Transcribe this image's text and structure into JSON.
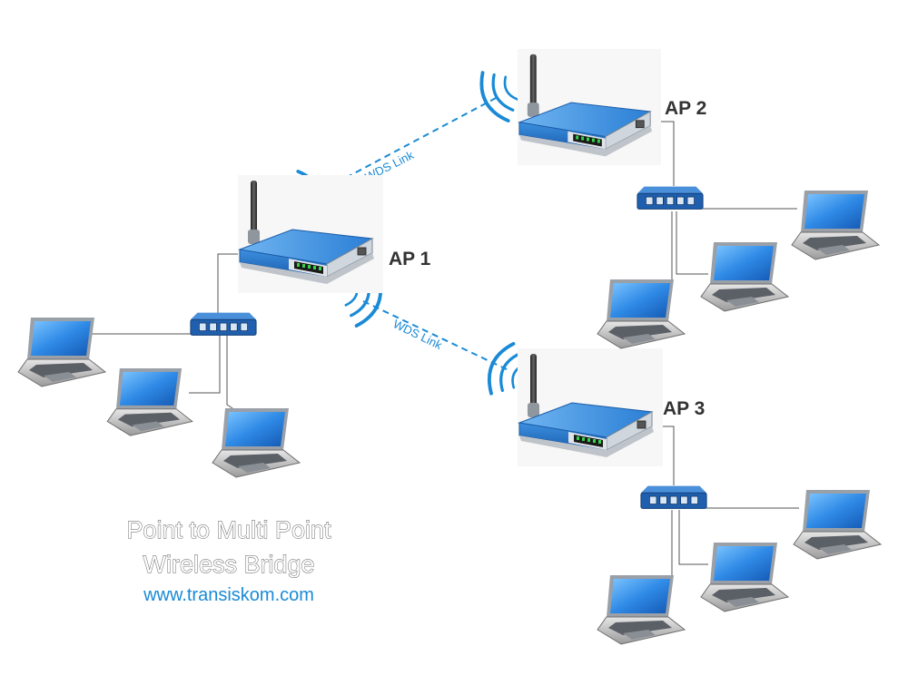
{
  "access_points": [
    {
      "id": "ap1",
      "label": "AP 1"
    },
    {
      "id": "ap2",
      "label": "AP 2"
    },
    {
      "id": "ap3",
      "label": "AP 3"
    }
  ],
  "links": [
    {
      "from": "ap1",
      "to": "ap2",
      "label": "WDS Link"
    },
    {
      "from": "ap1",
      "to": "ap3",
      "label": "WDS Link"
    }
  ],
  "caption": {
    "line1": "Point to Multi Point",
    "line2": "Wireless Bridge",
    "url": "www.transiskom.com"
  },
  "colors": {
    "wireless": "#1a8ad6",
    "router_body": "#2a79c7",
    "screen": "#3b93e6",
    "wire": "#555555"
  },
  "icons": {
    "router": "wireless-router-icon",
    "switch": "network-switch-icon",
    "laptop": "laptop-icon"
  }
}
